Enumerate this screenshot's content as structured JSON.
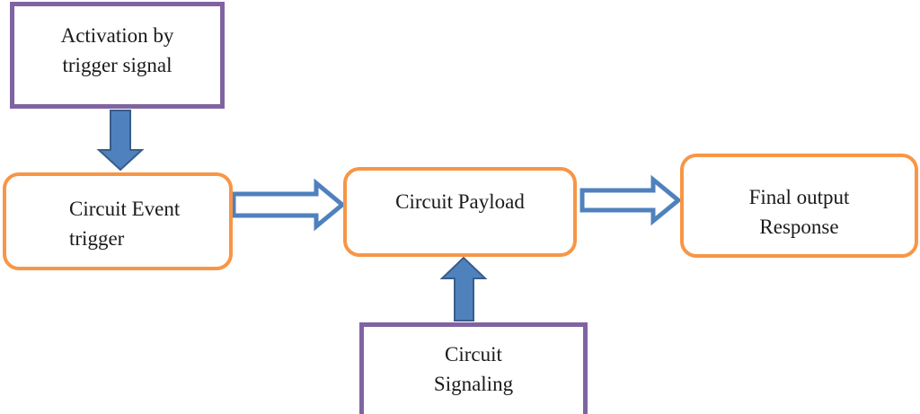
{
  "nodes": {
    "activation": {
      "lines": [
        "Activation by",
        "trigger signal"
      ]
    },
    "event": {
      "lines": [
        "Circuit Event",
        "trigger"
      ]
    },
    "payload": {
      "lines": [
        "Circuit Payload"
      ]
    },
    "final": {
      "lines": [
        "Final output",
        "Response"
      ]
    },
    "signaling": {
      "lines": [
        "Circuit",
        "Signaling"
      ]
    }
  },
  "colors": {
    "input_box_border": "#8064a2",
    "process_box_border": "#f79646",
    "arrow_fill": "#4f81bd",
    "arrow_stroke": "#385d8a"
  }
}
